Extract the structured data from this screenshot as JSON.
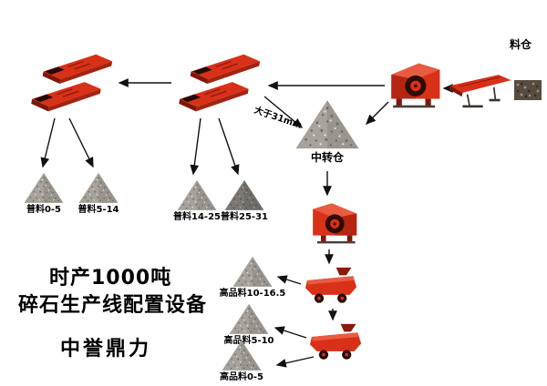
{
  "diagram": {
    "silo_label": "料仓",
    "oversize_label": "大于31mm",
    "transfer_label": "中转仓"
  },
  "piles": {
    "putong_0_5": "普料0-5",
    "putong_5_14": "普料5-14",
    "putong_14_25": "普料14-25",
    "putong_25_31": "普料25-31",
    "gaopin_10_16_5": "高品料10-16.5",
    "gaopin_5_10": "高品料5-10",
    "gaopin_0_5": "高品料0-5"
  },
  "promo": {
    "line1": "时产1000吨",
    "line2": "碎石生产线配置设备",
    "line3": "中誉鼎力"
  },
  "machines": {
    "screen_group_1": "vibrating-screens",
    "screen_group_2": "vibrating-screens",
    "hammer_crusher": "hammer-crusher",
    "vibrating_feeder": "vibrating-feeder",
    "secondary_crusher": "hammer-crusher",
    "fine_crusher_1": "fine-crusher",
    "fine_crusher_2": "fine-crusher"
  },
  "colors": {
    "machine_red": "#d93018",
    "machine_dark_red": "#7e170a",
    "pile_gray": "#a7a29b",
    "pile_dark_gray": "#8c8884",
    "arrow_black": "#111111",
    "background": "#ffffff"
  }
}
